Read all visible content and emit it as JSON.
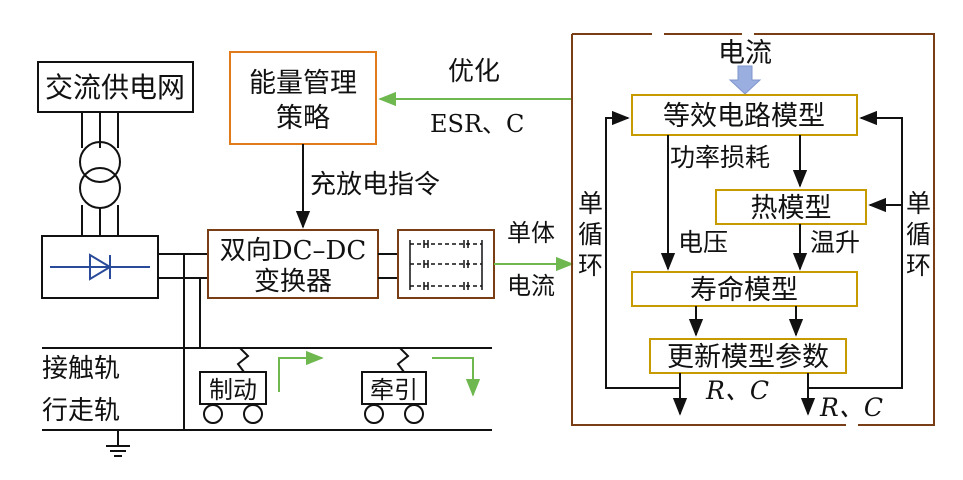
{
  "colors": {
    "line": "#111111",
    "brown_box": "#7a3e16",
    "orange_box": "#e07a1a",
    "gold_box": "#c79a00",
    "green_arrow": "#6fb84f",
    "current_arrow": "#9aaee0",
    "diode": "#2a4a9a"
  },
  "left_side": {
    "grid_label": "交流供电网",
    "ems_label_line1": "能量管理",
    "ems_label_line2": "策略",
    "command_label": "充放电指令",
    "dcdc_label_line1": "双向DC–DC",
    "dcdc_label_line2": "变换器",
    "contact_rail_label": "接触轨",
    "running_rail_label": "行走轨",
    "braking_label": "制动",
    "traction_label": "牵引",
    "optimize_label": "优化",
    "esr_c_label": "ESR、C",
    "cell_current_line1": "单体",
    "cell_current_line2": "电流"
  },
  "model_panel": {
    "input_current_label": "电流",
    "equivalent_circuit_label": "等效电路模型",
    "power_loss_label": "功率损耗",
    "thermal_model_label": "热模型",
    "voltage_label": "电压",
    "temperature_rise_label": "温升",
    "life_model_label": "寿命模型",
    "update_params_label": "更新模型参数",
    "left_loop_label": [
      "单",
      "循",
      "环"
    ],
    "right_loop_label": [
      "单",
      "循",
      "环"
    ],
    "rc_output_left": "R、C",
    "rc_output_right": "R、C"
  }
}
